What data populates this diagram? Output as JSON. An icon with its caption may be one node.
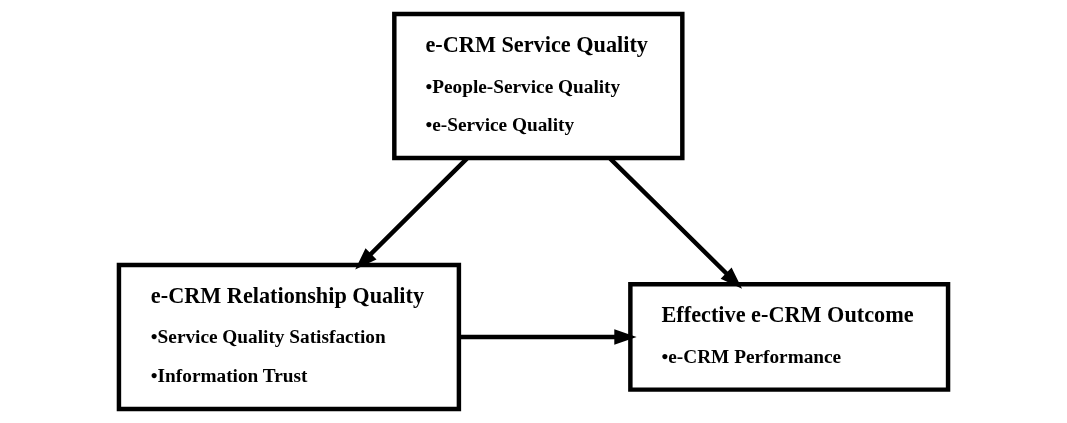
{
  "diagram": {
    "nodes": [
      {
        "text": [
          "e-CRM Service Quality",
          "•People-Service Quality",
          "•e-Service Quality"
        ]
      },
      {
        "text": [
          "e-CRM Relationship Quality",
          "•Service Quality Satisfaction",
          "•Information Trust"
        ]
      },
      {
        "text": [
          "Effective e-CRM Outcome",
          "•e-CRM Performance"
        ]
      }
    ],
    "edges": [
      {
        "from": 0,
        "to": 1,
        "arrow": "to"
      },
      {
        "from": 0,
        "to": 2,
        "arrow": "to"
      },
      {
        "from": 1,
        "to": 2,
        "arrow": "to"
      }
    ]
  }
}
